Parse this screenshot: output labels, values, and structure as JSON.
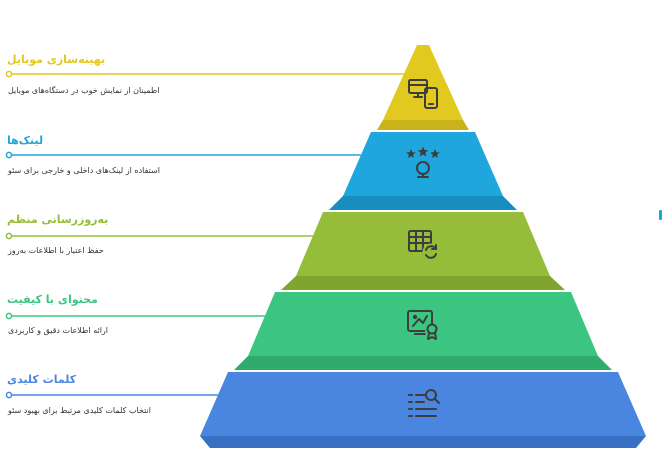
{
  "tiers": [
    {
      "title": "بهینه‌سازی موبایل",
      "description": "اطمینان از نمایش خوب در دستگاه‌های موبایل",
      "color": "#e2c91f",
      "shade": "#c9b21a",
      "icon": "mobile-devices-icon"
    },
    {
      "title": "لینک‌ها",
      "description": "استفاده از لینک‌های داخلی و خارجی برای سئو",
      "color": "#1ea6dd",
      "shade": "#178dc0",
      "icon": "rated-link-icon"
    },
    {
      "title": "به‌روزرسانی منظم",
      "description": "حفظ اعتبار با اطلاعات به‌روز",
      "color": "#95bd39",
      "shade": "#7fa52f",
      "icon": "table-refresh-icon"
    },
    {
      "title": "محتوای با کیفیت",
      "description": "ارائه اطلاعات دقیق و کاربردی",
      "color": "#3cc581",
      "shade": "#2fab6c",
      "icon": "quality-content-icon"
    },
    {
      "title": "کلمات کلیدی",
      "description": "انتخاب کلمات کلیدی مرتبط برای بهبود سئو",
      "color": "#4a86e0",
      "shade": "#3a70c4",
      "icon": "keyword-search-icon"
    }
  ]
}
